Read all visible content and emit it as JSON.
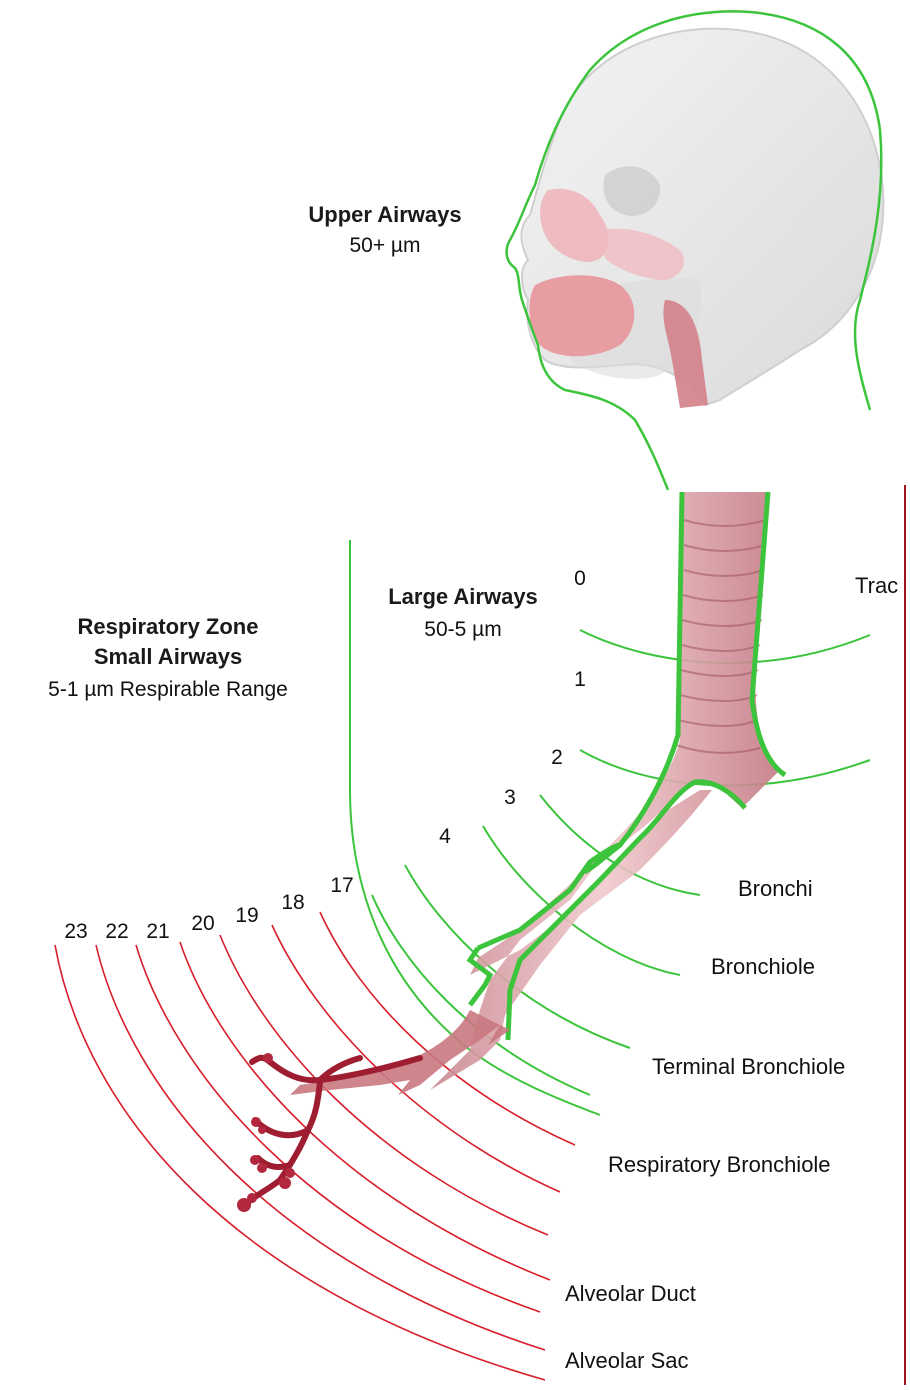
{
  "title": "",
  "zones": {
    "upper": {
      "title": "Upper Airways",
      "size": "50+ µm"
    },
    "large": {
      "title": "Large Airways",
      "size": "50-5 µm"
    },
    "respiratory": {
      "title": "Respiratory Zone",
      "subtitle": "Small Airways",
      "size": "5-1 µm Respirable Range"
    }
  },
  "generations": [
    "0",
    "1",
    "2",
    "3",
    "4",
    "17",
    "18",
    "19",
    "20",
    "21",
    "22",
    "23"
  ],
  "structures": {
    "trachea": "Trac",
    "bronchi": "Bronchi",
    "bronchiole": "Bronchiole",
    "terminal_bronchiole": "Terminal Bronchiole",
    "respiratory_bronchiole": "Respiratory Bronchiole",
    "alveolar_duct": "Alveolar Duct",
    "alveolar_sac": "Alveolar Sac"
  },
  "colors": {
    "conducting_zone": "#3cc43c",
    "respiratory_zone": "#d81e2a",
    "skull": "#e6e6e6",
    "tissue": "#e8a3a8",
    "deep_tissue": "#9e1d30",
    "border": "#a0141e"
  }
}
